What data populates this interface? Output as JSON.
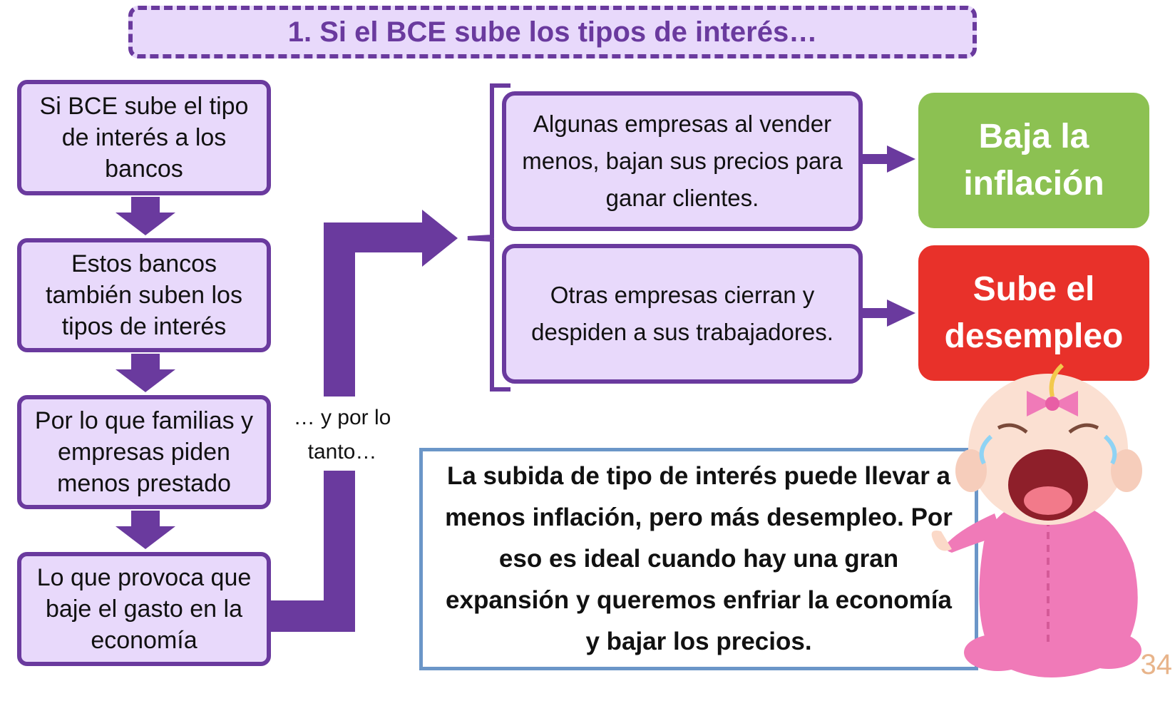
{
  "title": "1. Si el BCE sube los tipos de interés…",
  "steps": [
    "Si BCE sube el tipo de interés a los bancos",
    "Estos bancos también suben los tipos de interés",
    "Por lo que familias y empresas piden menos prestado",
    "Lo que provoca que baje el gasto en la economía"
  ],
  "connector_label": "… y por lo tanto…",
  "effects": [
    "Algunas empresas al vender menos, bajan sus precios para ganar clientes.",
    "Otras empresas cierran y despiden a sus trabajadores."
  ],
  "results": [
    {
      "label": "Baja la inflación",
      "color": "#8cc152"
    },
    {
      "label": "Sube el desempleo",
      "color": "#e8312a"
    }
  ],
  "conclusion": "La subida de tipo de interés puede llevar a menos inflación, pero más desempleo. Por eso es ideal cuando hay una gran expansión y queremos enfriar la economía y bajar los precios.",
  "page_number": "34",
  "colors": {
    "accent": "#6a3a9e",
    "box_fill": "#e8d9fb",
    "conclusion_border": "#6b96c8"
  }
}
